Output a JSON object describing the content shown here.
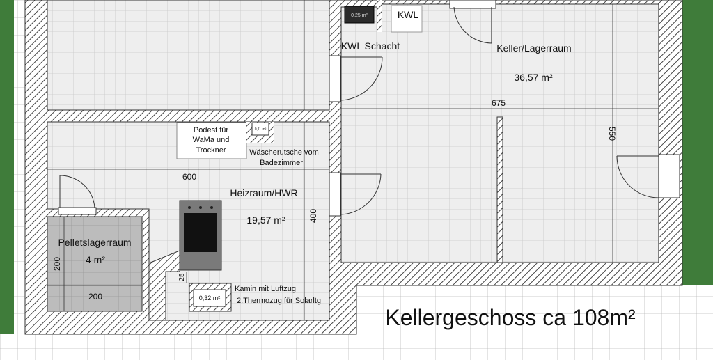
{
  "colors": {
    "grass": "#3f7c3a",
    "ground": "#ffffff",
    "floor_tile": "#eeeeee",
    "tile_grid": "#c8c8c8",
    "wall_hatch": "#444444",
    "pellet_floor": "#bcbcbc",
    "kwl_box": "#2b2b2b"
  },
  "rooms": {
    "keller": {
      "name": "Keller/Lagerraum",
      "area": "36,57 m²"
    },
    "heizraum": {
      "name": "Heizraum/HWR",
      "area": "19,57 m²"
    },
    "pellets": {
      "name": "Pelletslagerraum",
      "area": "4 m²"
    },
    "kwl_schacht": {
      "name": "KWL Schacht"
    }
  },
  "labels": {
    "kwl": "KWL",
    "kwl_box": "0,25 m²",
    "podest": [
      "Podest für",
      "WaMa und",
      "Trockner"
    ],
    "small_box": "0,11 m²",
    "waesche": [
      "Wäscherutsche vom",
      "Badezimmer"
    ],
    "kamin": [
      "Kamin mit Luftzug",
      "2.Thermozug für Solarltg"
    ],
    "kamin_box": "0,32 m²",
    "title": "Kellergeschoss ca 108m²"
  },
  "dimensions": {
    "keller_width": "675",
    "keller_height": "550",
    "heiz_width": "600",
    "heiz_height": "400",
    "pellet_width": "200",
    "pellet_height": "200",
    "chimney": "25"
  }
}
